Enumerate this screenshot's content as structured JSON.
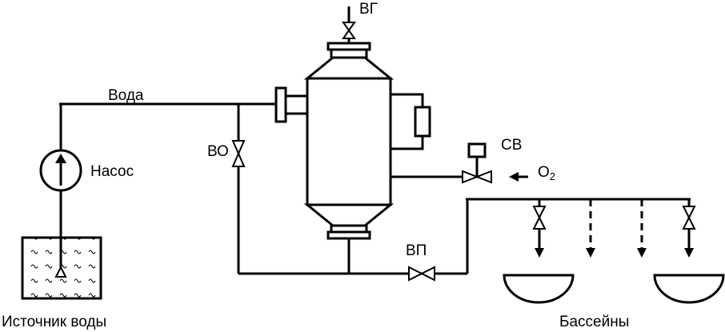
{
  "labels": {
    "vg": "ВГ",
    "voda": "Вода",
    "vo": "ВО",
    "nasos": "Насос",
    "sv": "СВ",
    "o2_main": "O",
    "o2_sub": "2",
    "vp": "ВП",
    "source": "Источник воды",
    "pools": "Бассейны"
  },
  "colors": {
    "line": "#000000",
    "background": "#ffffff"
  }
}
